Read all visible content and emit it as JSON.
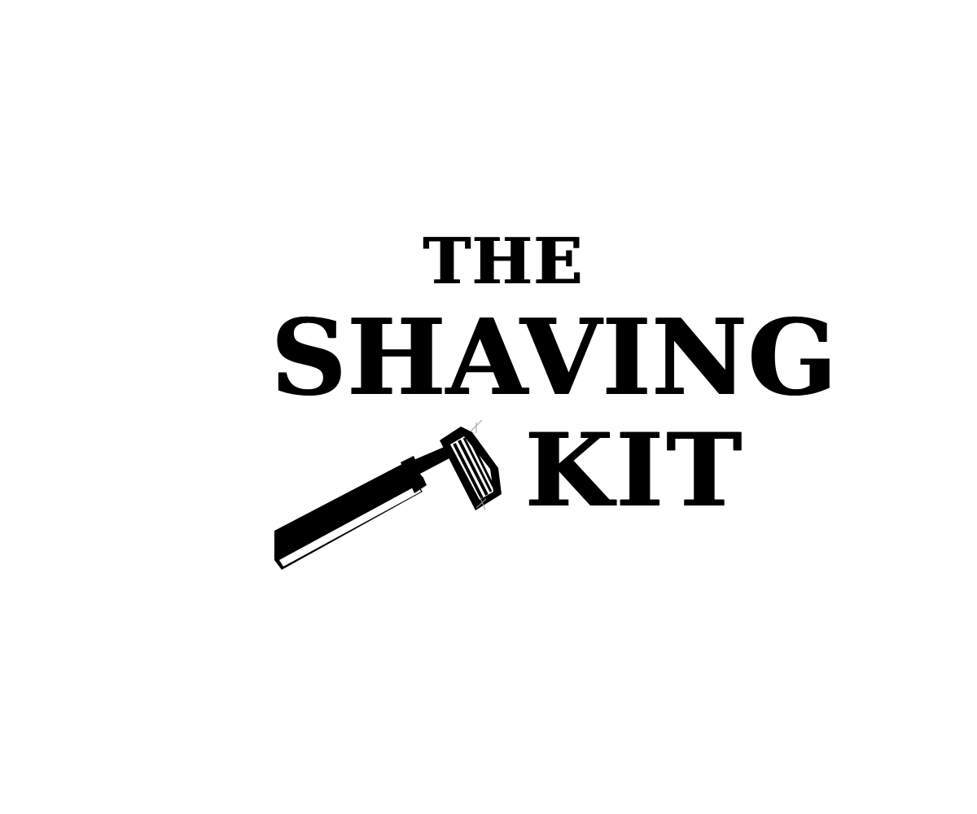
{
  "logo": {
    "line1": "THE",
    "line2": "SHAVING",
    "line3": "KIT"
  },
  "colors": {
    "ink": "#000000",
    "background": "#ffffff"
  },
  "icons": {
    "razor": "safety-razor-icon"
  }
}
